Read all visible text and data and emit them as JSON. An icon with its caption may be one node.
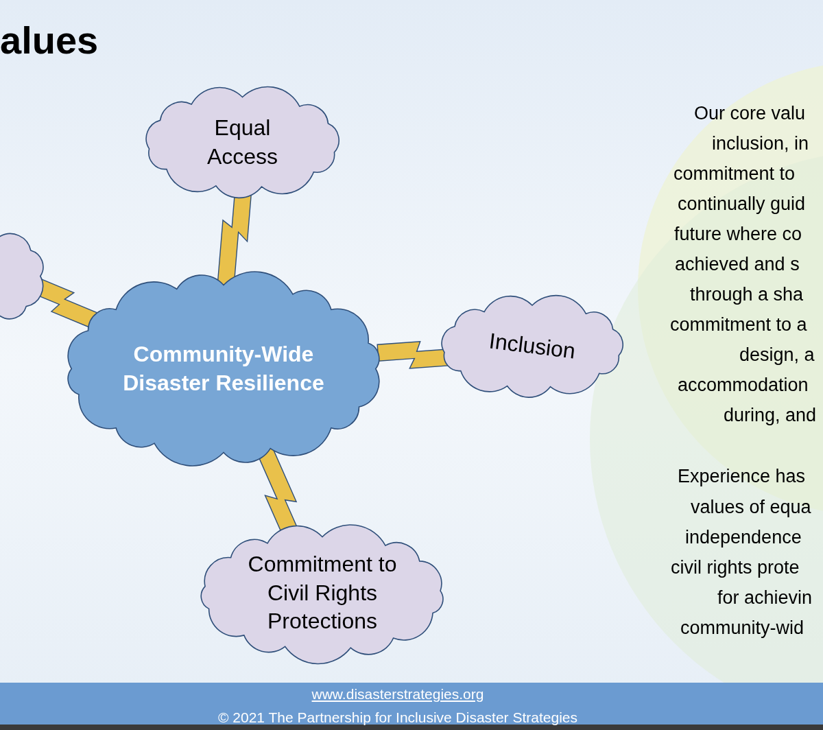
{
  "diagram": {
    "title": "alues",
    "nodes": [
      {
        "text": [
          "Community-Wide Disaster Resilience"
        ]
      },
      {
        "text": [
          "Equal Access"
        ]
      },
      {
        "text": [
          "Inclusion"
        ]
      },
      {
        "text": [
          "Commitment to Civil Rights Protections"
        ]
      },
      {
        "text": [],
        "shape": "cloud"
      }
    ],
    "edges": [
      {
        "from": 0,
        "to": 1,
        "arrow": "none"
      },
      {
        "from": 0,
        "to": 2,
        "arrow": "none"
      },
      {
        "from": 0,
        "to": 3,
        "arrow": "none"
      },
      {
        "from": 0,
        "to": 4,
        "arrow": "none"
      }
    ],
    "labels": [
      "Our core valu",
      "inclusion, in",
      "commitment to",
      "continually guid",
      "future where co",
      "achieved and s",
      "through a sha",
      "commitment to a",
      "design, a",
      "accommodation",
      "during, and",
      "Experience has",
      "values of equa",
      "independence",
      "civil rights prote",
      "for achievin",
      "community-wid",
      "www.disasterstrategies.org",
      "© 2021 The Partnership for Inclusive Disaster Strategies"
    ]
  }
}
